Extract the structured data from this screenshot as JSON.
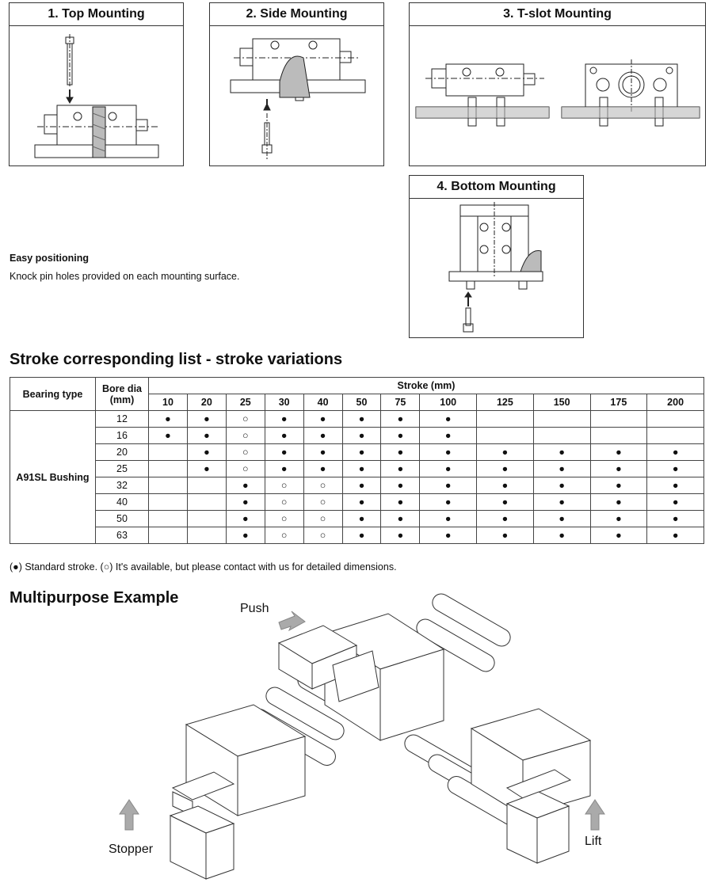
{
  "mounting": {
    "top": "1. Top Mounting",
    "side": "2. Side Mounting",
    "tslot": "3. T-slot Mounting",
    "bottom": "4. Bottom Mounting"
  },
  "easy": {
    "heading": "Easy positioning",
    "text": "Knock pin holes provided on each mounting surface."
  },
  "stroke_title": "Stroke corresponding list - stroke variations",
  "table": {
    "bearing_header": "Bearing type",
    "bore_header": "Bore dia (mm)",
    "stroke_header": "Stroke (mm)",
    "strokes": [
      "10",
      "20",
      "25",
      "30",
      "40",
      "50",
      "75",
      "100",
      "125",
      "150",
      "175",
      "200"
    ],
    "bearing_type": "A91SL Bushing",
    "rows": [
      {
        "bore": "12",
        "marks": [
          "●",
          "●",
          "○",
          "●",
          "●",
          "●",
          "●",
          "●",
          "",
          "",
          "",
          ""
        ]
      },
      {
        "bore": "16",
        "marks": [
          "●",
          "●",
          "○",
          "●",
          "●",
          "●",
          "●",
          "●",
          "",
          "",
          "",
          ""
        ]
      },
      {
        "bore": "20",
        "marks": [
          "",
          "●",
          "○",
          "●",
          "●",
          "●",
          "●",
          "●",
          "●",
          "●",
          "●",
          "●"
        ]
      },
      {
        "bore": "25",
        "marks": [
          "",
          "●",
          "○",
          "●",
          "●",
          "●",
          "●",
          "●",
          "●",
          "●",
          "●",
          "●"
        ]
      },
      {
        "bore": "32",
        "marks": [
          "",
          "",
          "●",
          "○",
          "○",
          "●",
          "●",
          "●",
          "●",
          "●",
          "●",
          "●"
        ]
      },
      {
        "bore": "40",
        "marks": [
          "",
          "",
          "●",
          "○",
          "○",
          "●",
          "●",
          "●",
          "●",
          "●",
          "●",
          "●"
        ]
      },
      {
        "bore": "50",
        "marks": [
          "",
          "",
          "●",
          "○",
          "○",
          "●",
          "●",
          "●",
          "●",
          "●",
          "●",
          "●"
        ]
      },
      {
        "bore": "63",
        "marks": [
          "",
          "",
          "●",
          "○",
          "○",
          "●",
          "●",
          "●",
          "●",
          "●",
          "●",
          "●"
        ]
      }
    ]
  },
  "note": "(●) Standard stroke.  (○) It's available, but please contact with us for detailed dimensions.",
  "multipurpose": {
    "title": "Multipurpose Example",
    "push": "Push",
    "stopper": "Stopper",
    "lift": "Lift"
  }
}
